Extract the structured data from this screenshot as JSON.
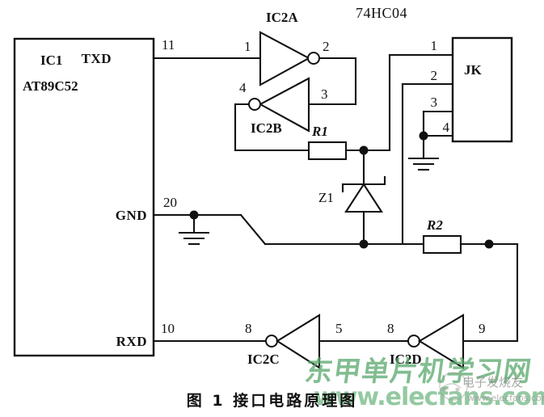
{
  "figure": {
    "caption": "图 1  接口电路原理图",
    "chip_label": "74HC04"
  },
  "mcu": {
    "name": "IC1",
    "part": "AT89C52",
    "ports": [
      {
        "name": "TXD",
        "pin": "11"
      },
      {
        "name": "GND",
        "pin": "20"
      },
      {
        "name": "RXD",
        "pin": "10"
      }
    ]
  },
  "connector": {
    "name": "JK",
    "pins": [
      "1",
      "2",
      "3",
      "4"
    ]
  },
  "gates": [
    {
      "name": "IC2A",
      "in_pin": "1",
      "out_pin": "2"
    },
    {
      "name": "IC2B",
      "in_pin": "3",
      "out_pin": "4"
    },
    {
      "name": "IC2C",
      "in_pin": "8",
      "out_pin": "5"
    },
    {
      "name": "IC2D",
      "in_pin": "8",
      "out_pin": "9"
    }
  ],
  "components": [
    {
      "name": "R1",
      "type": "resistor"
    },
    {
      "name": "R2",
      "type": "resistor"
    },
    {
      "name": "Z1",
      "type": "zener-diode"
    }
  ],
  "watermarks": {
    "site_cn": "东甲单片机学习网",
    "site_url": "www.elecfans.com",
    "brand_cn": "电子发烧友",
    "brand_url": "www.elecfans.com"
  },
  "colors": {
    "ink": "#111111",
    "paper": "#ffffff",
    "watermark_green": "#58a86c"
  }
}
